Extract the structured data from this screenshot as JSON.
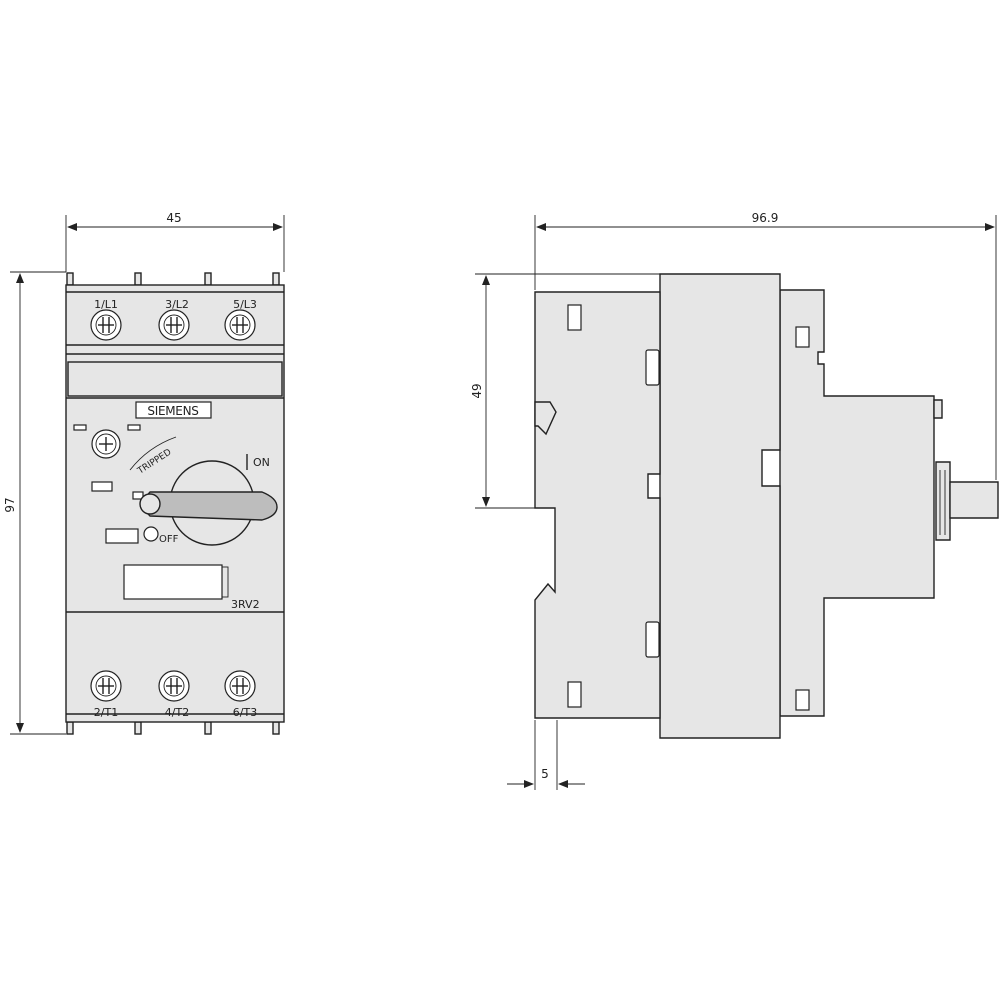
{
  "dimensions": {
    "front_width": "45",
    "front_height": "97",
    "side_depth": "96.9",
    "side_upper_height": "49",
    "side_offset": "5"
  },
  "terminals": {
    "top": [
      "1/L1",
      "3/L2",
      "5/L3"
    ],
    "bottom": [
      "2/T1",
      "4/T2",
      "6/T3"
    ]
  },
  "labels": {
    "brand": "SIEMENS",
    "tripped": "TRIPPED",
    "on": "ON",
    "off": "OFF",
    "model": "3RV2"
  }
}
